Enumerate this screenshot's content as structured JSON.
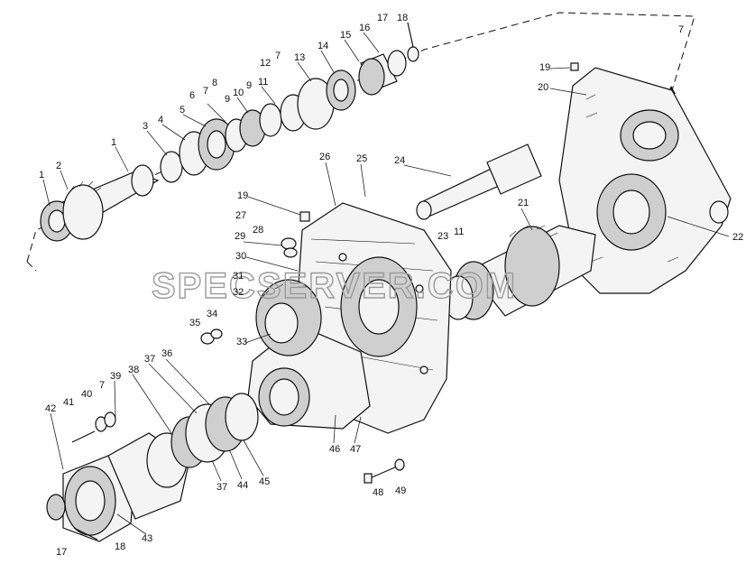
{
  "watermark": "SPECSERVER.COM",
  "callouts": [
    "1",
    "2",
    "3",
    "4",
    "5",
    "6",
    "7",
    "8",
    "9",
    "10",
    "9",
    "11",
    "12",
    "7",
    "13",
    "14",
    "15",
    "16",
    "17",
    "18",
    "19",
    "20",
    "7",
    "26",
    "25",
    "24",
    "19",
    "27",
    "28",
    "29",
    "30",
    "31",
    "32",
    "21",
    "23",
    "11",
    "22",
    "35",
    "34",
    "33",
    "36",
    "37",
    "38",
    "39",
    "7",
    "40",
    "41",
    "42",
    "37",
    "44",
    "45",
    "46",
    "47",
    "48",
    "49",
    "43",
    "17",
    "18"
  ]
}
